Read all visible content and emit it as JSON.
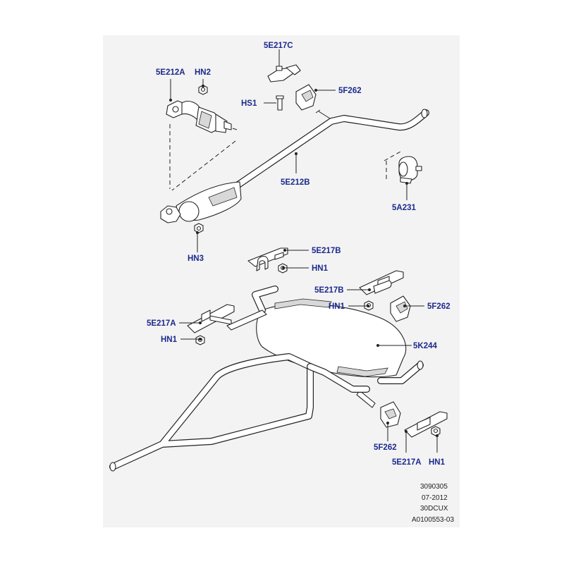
{
  "labels": {
    "e212a": "5E212A",
    "hn2": "HN2",
    "e217c": "5E217C",
    "hs1": "HS1",
    "f262_top": "5F262",
    "e212b": "5E212B",
    "a231": "5A231",
    "hn3": "HN3",
    "e217b_mid": "5E217B",
    "hn1_mid": "HN1",
    "e217b_right": "5E217B",
    "hn1_right": "HN1",
    "f262_right": "5F262",
    "e217a_left": "5E217A",
    "hn1_left": "HN1",
    "k244": "5K244",
    "f262_bottom": "5F262",
    "e217a_bottom": "5E217A",
    "hn1_bottom": "HN1"
  },
  "reference": {
    "line1": "3090305",
    "line2": "07-2012",
    "line3": "30DCUX",
    "line4": "A0100553-03"
  },
  "colors": {
    "label_text": "#1c2a8c",
    "background_panel": "#f3f3f3"
  }
}
